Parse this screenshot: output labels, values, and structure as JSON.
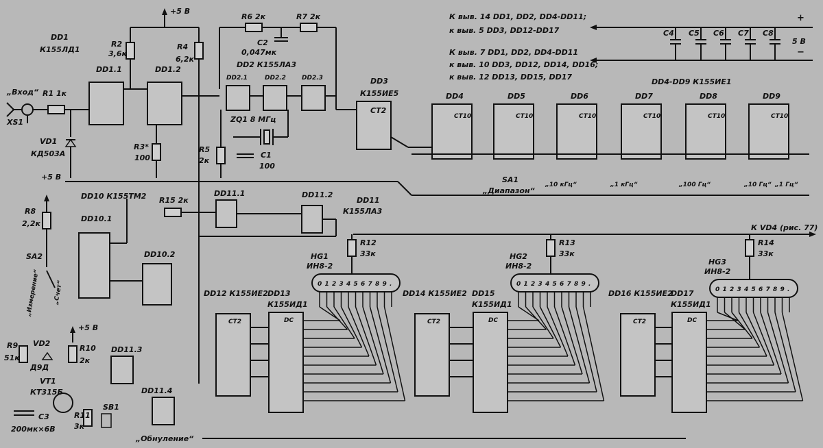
{
  "power": {
    "plus5v_top": "+5 В",
    "plus5v_r8": "+5 В",
    "plus5v_r10": "+5 В",
    "bus_plus": "+",
    "bus_minus": "−",
    "bus_5v": "5 В"
  },
  "input": {
    "label": "„Вход“",
    "connector": "XS1",
    "r1": "R1 1к",
    "vd1_name": "VD1",
    "vd1_type": "КД503А"
  },
  "dd1": {
    "title": "DD1",
    "type": "К155ЛД1",
    "u1": "DD1.1",
    "u2": "DD1.2",
    "r2": "R2",
    "r2v": "3,6к",
    "r4": "R4",
    "r4v": "6,2к",
    "r3": "R3*",
    "r3v": "100"
  },
  "dd2": {
    "title": "DD2 К155ЛА3",
    "u1": "DD2.1",
    "u2": "DD2.2",
    "u3": "DD2.3",
    "r6": "R6 2к",
    "r7": "R7 2к",
    "c2": "C2",
    "c2v": "0,047мк",
    "zq1": "ZQ1 8 МГц",
    "c1": "C1",
    "c1v": "100",
    "r5": "R5",
    "r5v": "2к"
  },
  "dd3": {
    "title": "DD3",
    "type": "К155ИЕ5",
    "fn": "CT2"
  },
  "counters": {
    "group": "DD4-DD9   К155ИЕ1",
    "names": [
      "DD4",
      "DD5",
      "DD6",
      "DD7",
      "DD8",
      "DD9"
    ],
    "fn": "CT10"
  },
  "notes": [
    "К выв. 14  DD1, DD2, DD4-DD11;",
    "к выв. 5  DD3, DD12-DD17",
    "К выв. 7  DD1, DD2, DD4-DD11",
    "к выв. 10  DD3, DD12, DD14, DD16;",
    "к выв. 12  DD13, DD15, DD17"
  ],
  "caps": [
    "C4",
    "C5",
    "C6",
    "C7",
    "C8"
  ],
  "switch_sa1": {
    "name": "SA1",
    "label": "„Диапазон“",
    "ranges": [
      "„10 кГц“",
      "„1 кГц“",
      "„100 Гц“",
      "„10 Гц“",
      "„1 Гц“"
    ]
  },
  "dd10": {
    "title": "DD10  К155ТМ2",
    "u1": "DD10.1",
    "u2": "DD10.2",
    "r8": "R8",
    "r8v": "2,2к",
    "sa2": "SA2",
    "mode1": "„Измерение“",
    "mode2": "„Счет“"
  },
  "dd11": {
    "title": "DD11",
    "type": "К155ЛА3",
    "u1": "DD11.1",
    "u2": "DD11.2",
    "u3": "DD11.3",
    "u4": "DD11.4",
    "r15": "R15  2к"
  },
  "indicators": [
    {
      "name": "HG1",
      "type": "ИН8-2",
      "r": "R12",
      "rv": "33к"
    },
    {
      "name": "HG2",
      "type": "ИН8-2",
      "r": "R13",
      "rv": "33к"
    },
    {
      "name": "HG3",
      "type": "ИН8-2",
      "r": "R14",
      "rv": "33к"
    }
  ],
  "digits": [
    "0",
    "1",
    "2",
    "3",
    "4",
    "5",
    "6",
    "7",
    "8",
    "9",
    "."
  ],
  "to_vd4": "К VD4 (рис. 77)",
  "decoders": [
    {
      "counter": "DD12  К155ИЕ2",
      "dec": "DD13",
      "dec_type": "К155ИД1"
    },
    {
      "counter": "DD14 К155ИЕ2",
      "dec": "DD15",
      "dec_type": "К155ИД1"
    },
    {
      "counter": "DD16 К155ИЕ2",
      "dec": "DD17",
      "dec_type": "К155ИД1"
    }
  ],
  "reset": {
    "r9": "R9",
    "r9v": "51к",
    "vd2": "VD2",
    "vd2t": "Д9Д",
    "vt1": "VT1",
    "vt1t": "КТ315Б",
    "c3": "C3",
    "c3v": "200мк×6В",
    "r10": "R10",
    "r10v": "2к",
    "r11": "R11",
    "r11v": "3к",
    "sb1": "SB1",
    "sb1l": "„Обнуление“"
  }
}
